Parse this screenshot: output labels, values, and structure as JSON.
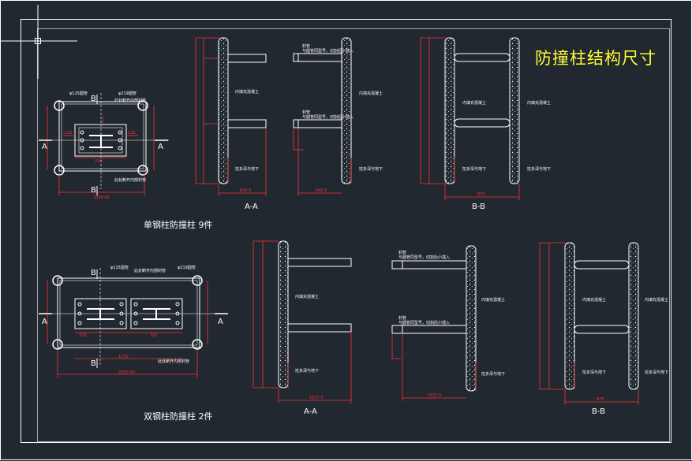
{
  "title": "防撞柱结构尺寸",
  "captions": {
    "single": "单钢柱防撞柱 9件",
    "double": "双钢柱防撞柱 2件"
  },
  "section_labels": {
    "aa": "A-A",
    "bb": "B-B",
    "a": "A",
    "b": "B"
  },
  "notes": {
    "pipe": "φ219圆管",
    "pipe2": "φ125圆管",
    "cap": "封管",
    "fill": "内填充混凝土",
    "dig": "挖多深与地下",
    "inner_seal": "此处断开内部封管",
    "cap_note": "与圆管同型号，切割后小插入"
  },
  "dims": {
    "w1": "1050.00",
    "w2": "2050.00",
    "aa1": "640.5",
    "aa2": "1537.5",
    "bb": "870"
  }
}
